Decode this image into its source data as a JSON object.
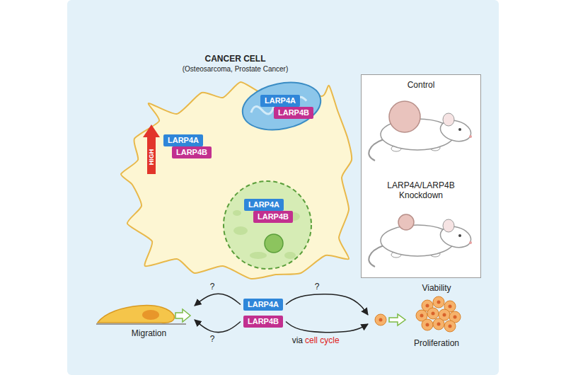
{
  "diagram": {
    "nodes": [
      {
        "text": [
          "CANCER CELL",
          "(Osteosarcoma, Prostate Cancer)"
        ]
      },
      {
        "text": [
          "LARP4A"
        ],
        "in": 0
      },
      {
        "text": [
          "LARP4B"
        ],
        "in": 0
      },
      {
        "text": [
          "LARP4A"
        ],
        "in": 0
      },
      {
        "text": [
          "LARP4B"
        ],
        "in": 0
      },
      {
        "text": [
          "LARP4A"
        ],
        "in": 0
      },
      {
        "text": [
          "LARP4B"
        ],
        "in": 0
      },
      {
        "text": [
          "Control",
          "LARP4A/LARP4B Knockdown"
        ]
      },
      {
        "text": [
          "LARP4A"
        ]
      },
      {
        "text": [
          "LARP4B"
        ]
      },
      {
        "text": [
          "Migration"
        ]
      },
      {
        "text": [
          "Viability",
          "Proliferation"
        ]
      }
    ],
    "edges": [
      {
        "from": 8,
        "to": 10,
        "arrow": "to",
        "label": "?"
      },
      {
        "from": 9,
        "to": 10,
        "arrow": "to",
        "label": "?"
      },
      {
        "from": 8,
        "to": 11,
        "arrow": "to",
        "label": "?"
      },
      {
        "from": 9,
        "to": 11,
        "arrow": "to",
        "label": "via"
      }
    ],
    "labels": [
      "HIGH",
      "cell cycle"
    ]
  }
}
